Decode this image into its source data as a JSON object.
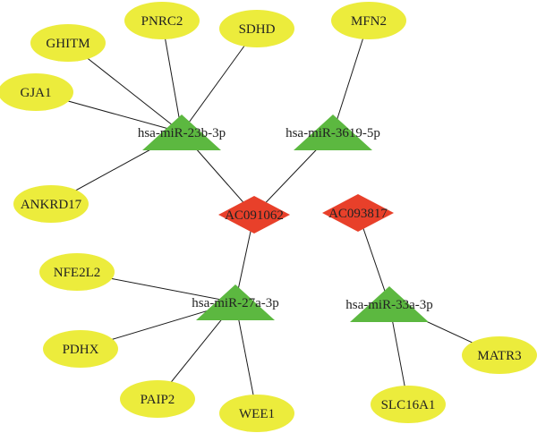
{
  "colors": {
    "gene": "#ecec3c",
    "mirna": "#5cb840",
    "lncrna": "#e8402a",
    "edge": "#1a1a1a"
  },
  "nodes": [
    {
      "id": "PNRC2",
      "label": "PNRC2",
      "kind": "gene"
    },
    {
      "id": "SDHD",
      "label": "SDHD",
      "kind": "gene"
    },
    {
      "id": "MFN2",
      "label": "MFN2",
      "kind": "gene"
    },
    {
      "id": "GHITM",
      "label": "GHITM",
      "kind": "gene"
    },
    {
      "id": "GJA1",
      "label": "GJA1",
      "kind": "gene"
    },
    {
      "id": "ANKRD17",
      "label": "ANKRD17",
      "kind": "gene"
    },
    {
      "id": "NFE2L2",
      "label": "NFE2L2",
      "kind": "gene"
    },
    {
      "id": "PDHX",
      "label": "PDHX",
      "kind": "gene"
    },
    {
      "id": "PAIP2",
      "label": "PAIP2",
      "kind": "gene"
    },
    {
      "id": "WEE1",
      "label": "WEE1",
      "kind": "gene"
    },
    {
      "id": "SLC16A1",
      "label": "SLC16A1",
      "kind": "gene"
    },
    {
      "id": "MATR3",
      "label": "MATR3",
      "kind": "gene"
    },
    {
      "id": "mir23b",
      "label": "hsa-miR-23b-3p",
      "kind": "mirna"
    },
    {
      "id": "mir3619",
      "label": "hsa-miR-3619-5p",
      "kind": "mirna"
    },
    {
      "id": "mir27a",
      "label": "hsa-miR-27a-3p",
      "kind": "mirna"
    },
    {
      "id": "mir33a",
      "label": "hsa-miR-33a-3p",
      "kind": "mirna"
    },
    {
      "id": "AC091062",
      "label": "AC091062",
      "kind": "lncrna"
    },
    {
      "id": "AC093817",
      "label": "AC093817",
      "kind": "lncrna"
    }
  ],
  "edges": [
    [
      "mir23b",
      "PNRC2"
    ],
    [
      "mir23b",
      "SDHD"
    ],
    [
      "mir23b",
      "GHITM"
    ],
    [
      "mir23b",
      "GJA1"
    ],
    [
      "mir23b",
      "ANKRD17"
    ],
    [
      "mir23b",
      "AC091062"
    ],
    [
      "mir3619",
      "MFN2"
    ],
    [
      "mir3619",
      "AC091062"
    ],
    [
      "mir27a",
      "AC091062"
    ],
    [
      "mir27a",
      "NFE2L2"
    ],
    [
      "mir27a",
      "PDHX"
    ],
    [
      "mir27a",
      "PAIP2"
    ],
    [
      "mir27a",
      "WEE1"
    ],
    [
      "mir33a",
      "AC093817"
    ],
    [
      "mir33a",
      "SLC16A1"
    ],
    [
      "mir33a",
      "MATR3"
    ]
  ]
}
